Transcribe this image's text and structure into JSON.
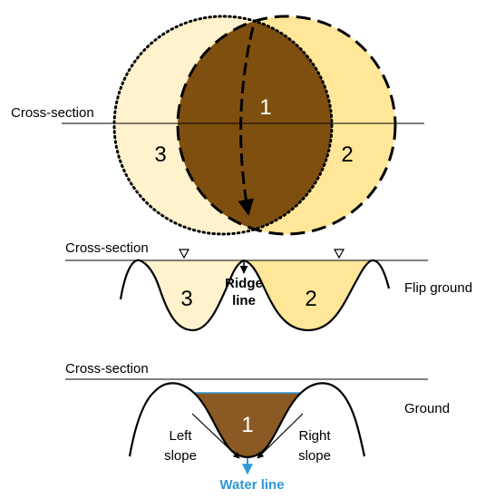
{
  "colors": {
    "light_fill": "#FFF2CC",
    "medium_fill": "#FFE699",
    "dark_fill": "#7F4F10",
    "water_line": "#2E97D8"
  },
  "top_view": {
    "cross_section_label": "Cross-section",
    "region_1": "1",
    "region_2": "2",
    "region_3": "3"
  },
  "flip_view": {
    "cross_section_label": "Cross-section",
    "region_3": "3",
    "region_2": "2",
    "ridge_line_label_1": "Ridge",
    "ridge_line_label_2": "line",
    "ground_label": "Flip ground"
  },
  "ground_view": {
    "cross_section_label": "Cross-section",
    "region_1": "1",
    "ground_label": "Ground",
    "left_slope_1": "Left",
    "left_slope_2": "slope",
    "right_slope_1": "Right",
    "right_slope_2": "slope",
    "water_line_label": "Water line"
  }
}
